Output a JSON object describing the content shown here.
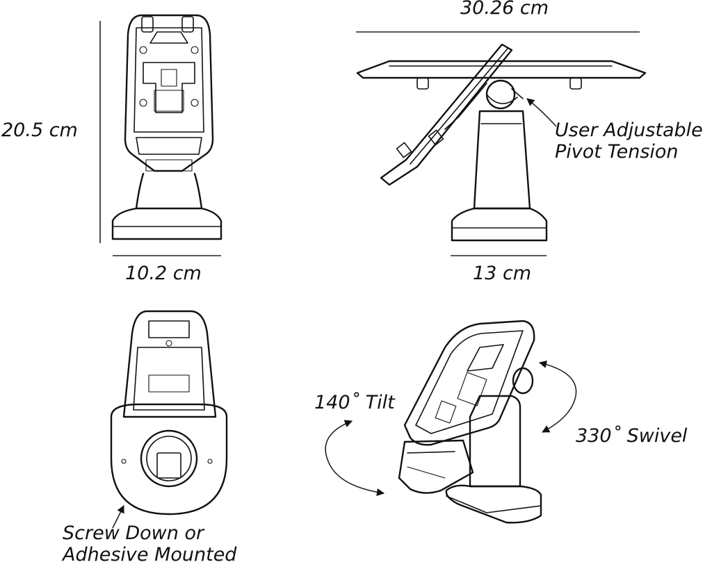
{
  "dimensions": {
    "height": "20.5 cm",
    "front_width": "10.2 cm",
    "top_width": "30.26 cm",
    "base_width": "13 cm"
  },
  "features": {
    "pivot_line1": "User Adjustable",
    "pivot_line2": "Pivot Tension",
    "tilt": "140˚ Tilt",
    "swivel": "330˚ Swivel",
    "mount_line1": "Screw Down or",
    "mount_line2": "Adhesive Mounted"
  },
  "colors": {
    "line": "#111111",
    "background": "#ffffff"
  }
}
